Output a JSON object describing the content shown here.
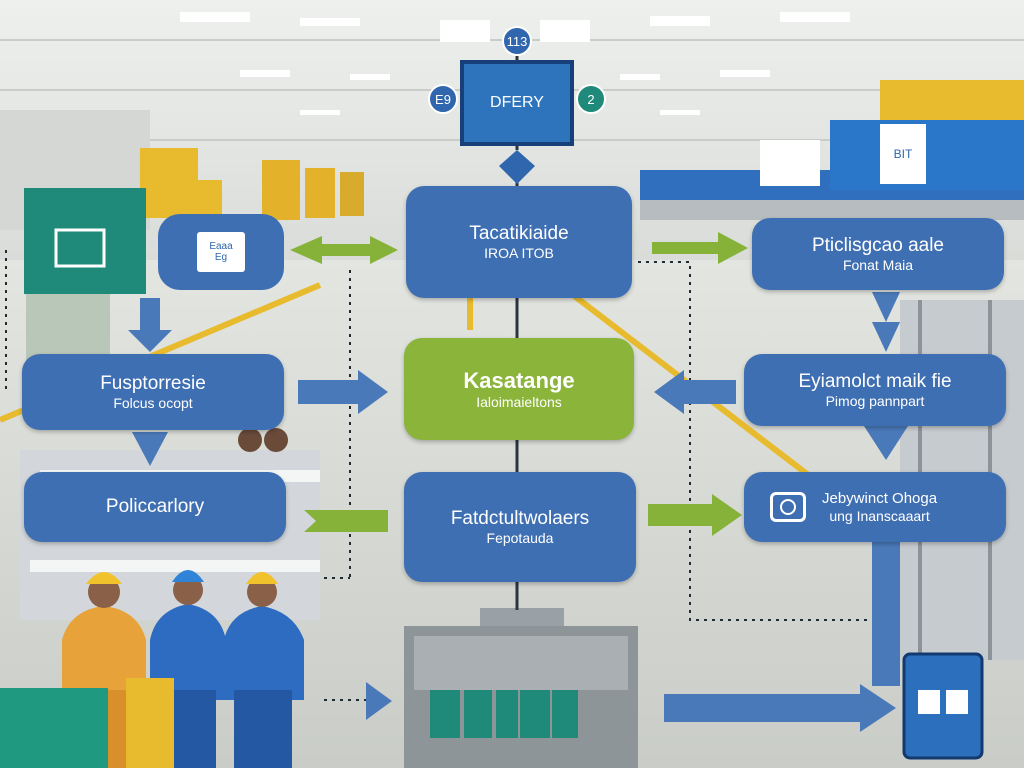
{
  "top": {
    "label": "DFERY",
    "badge_top": "113",
    "badge_left": "E9",
    "badge_right": "2"
  },
  "cards": {
    "left_icon_card": {
      "label": "Eaaa",
      "sub": "Eg"
    },
    "right_badge_card": {
      "label": "BIT"
    }
  },
  "nodes": {
    "center_top": {
      "line1": "Tacatikiaide",
      "line2": "IROA ITOB"
    },
    "center_mid": {
      "line1": "Kasatange",
      "line2": "Ialoimaieltons"
    },
    "center_low": {
      "line1": "Fatdctultwolaers",
      "line2": "Fepotauda"
    },
    "left_mid": {
      "line1": "Fusptorresie",
      "line2": "Folcus ocopt"
    },
    "left_low": {
      "line1": "Policcarlory",
      "line2": ""
    },
    "right_top": {
      "line1": "Pticlisgcao aale",
      "line2": "Fonat Maia"
    },
    "right_mid": {
      "line1": "Eyiamolct maik fie",
      "line2": "Pimog pannpart"
    },
    "right_low": {
      "line1": "Jebywinct Ohoga",
      "line2": "ung Inanscaaart"
    }
  },
  "colors": {
    "node_blue": "#3f6fb3",
    "node_green": "#8bb43a",
    "arrow_green": "#86b23a",
    "arrow_blue": "#4a79b9",
    "accent_yellow": "#e8bb2e",
    "accent_teal": "#1f8a7a"
  }
}
